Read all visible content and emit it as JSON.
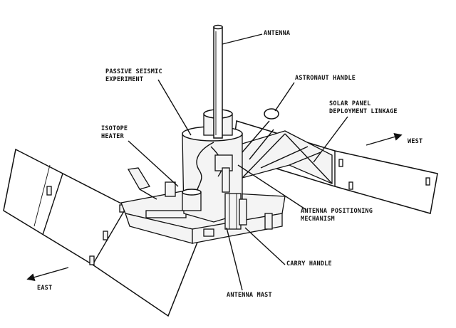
{
  "labels": {
    "antenna": "ANTENNA",
    "passive_seismic": "PASSIVE SEISMIC\nEXPERIMENT",
    "astronaut_handle": "ASTRONAUT HANDLE",
    "solar_panel_linkage": "SOLAR PANEL\nDEPLOYMENT LINKAGE",
    "isotope_heater": "ISOTOPE\nHEATER",
    "west": "WEST",
    "east": "EAST",
    "antenna_positioning": "ANTENNA POSITIONING\nMECHANISM",
    "carry_handle": "CARRY HANDLE",
    "antenna_mast": "ANTENNA MAST"
  },
  "colors": {
    "ink": "#111111",
    "paper": "#ffffff"
  }
}
